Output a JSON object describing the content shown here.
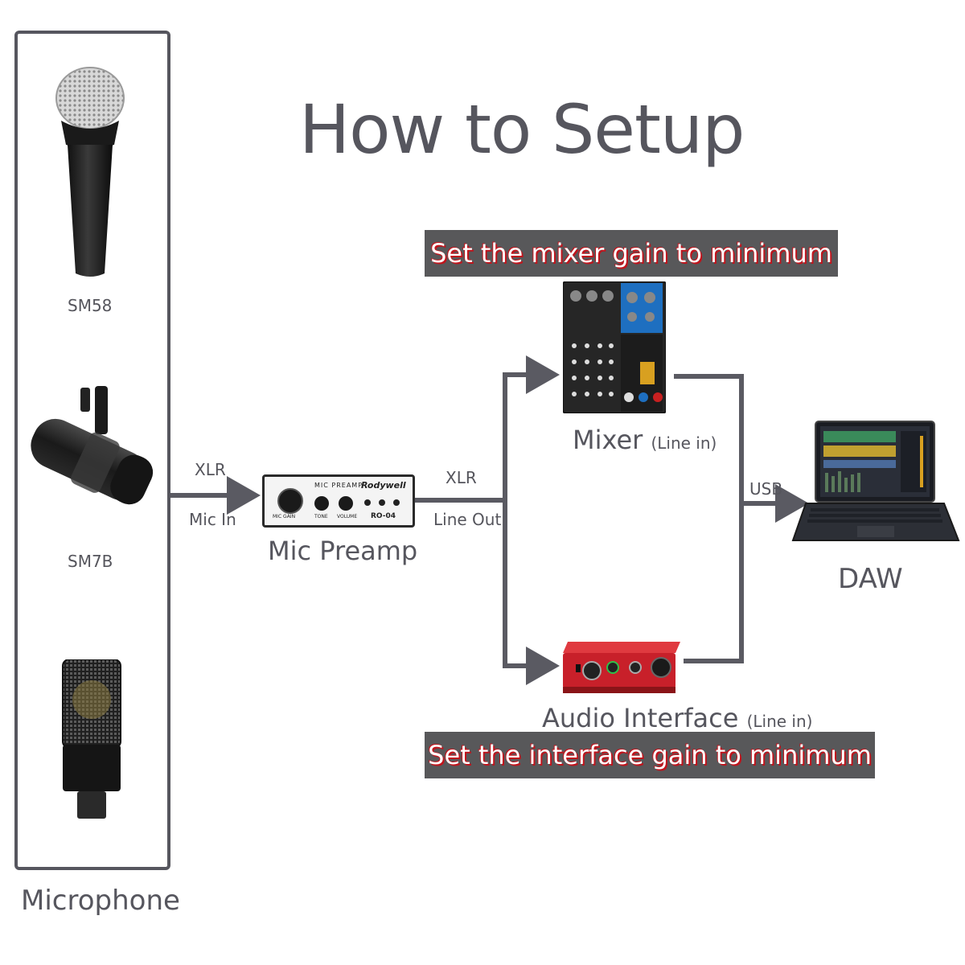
{
  "title": "How to Setup",
  "microphones": {
    "panel_label": "Microphone",
    "items": [
      {
        "label": "SM58"
      },
      {
        "label": "SM7B"
      },
      {
        "label": ""
      }
    ]
  },
  "connections": {
    "mic_to_preamp": {
      "top": "XLR",
      "bottom": "Mic In"
    },
    "preamp_out": {
      "top": "XLR",
      "bottom": "Line Out"
    },
    "to_daw": {
      "top": "USB"
    }
  },
  "preamp": {
    "label": "Mic Preamp",
    "panel_title": "MIC PREAMP",
    "brand": "Rodywell",
    "model": "RO-04",
    "knob_labels": [
      "MIC GAIN",
      "TONE",
      "VOLUME"
    ]
  },
  "mixer": {
    "label": "Mixer",
    "note": "(Line in)"
  },
  "interface": {
    "label": "Audio Interface",
    "note": "(Line in)"
  },
  "daw": {
    "label": "DAW"
  },
  "banners": {
    "mixer": "Set the mixer gain to minimum",
    "interface": "Set the interface gain to minimum"
  },
  "colors": {
    "line": "#5a5a62",
    "banner_bg": "#58585a",
    "banner_text_shadow": "#c0141c",
    "interface_red": "#c8202a",
    "mixer_blue": "#1e6fc0"
  }
}
